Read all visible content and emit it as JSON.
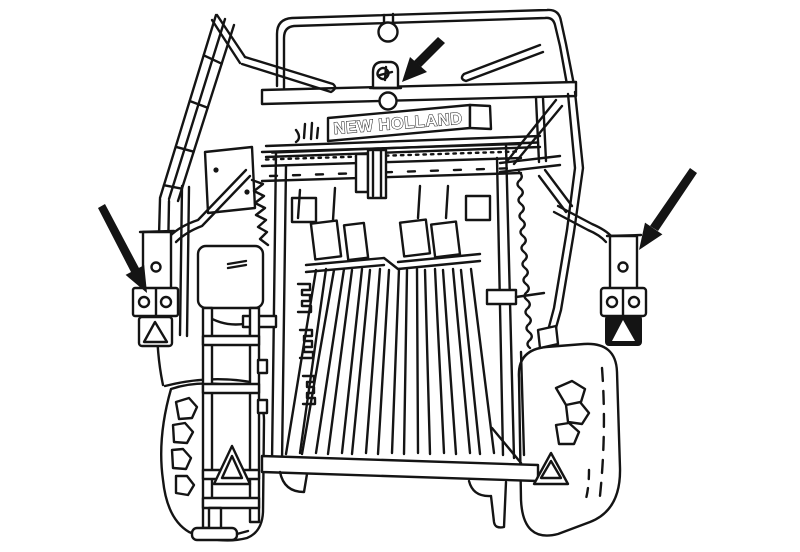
{
  "figure": {
    "background_color": "#ffffff",
    "line_color": "#141414",
    "brand_label": "NEW HOLLAND",
    "illustration": "rear-view-of-new-holland-baler-line-drawing",
    "callouts": [
      {
        "icon": "arrow-icon",
        "points_to": "beacon-lamp",
        "position": "top-center"
      },
      {
        "icon": "arrow-icon",
        "points_to": "left-warning-lamp-reflector",
        "position": "left"
      },
      {
        "icon": "arrow-icon",
        "points_to": "right-warning-lamp-reflector",
        "position": "right"
      }
    ]
  }
}
